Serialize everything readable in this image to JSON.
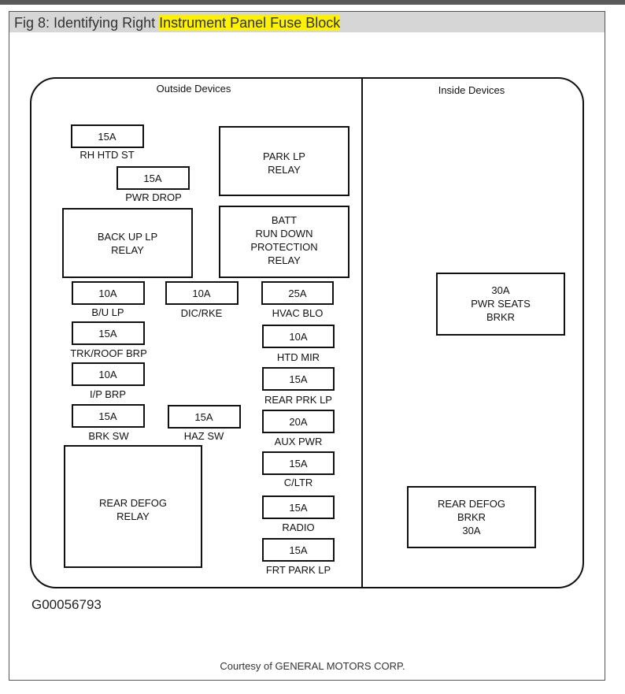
{
  "caption": {
    "prefix": "Fig 8: Identifying Right ",
    "highlight": "Instrument Panel Fuse Block",
    "highlight_color": "#fff200"
  },
  "sections": {
    "outside": "Outside  Devices",
    "inside": "Inside  Devices"
  },
  "outside": {
    "fuse_rh_htd_st": {
      "amp": "15A",
      "name": "RH HTD ST"
    },
    "fuse_pwr_drop": {
      "amp": "15A",
      "name": "PWR DROP"
    },
    "relay_park_lp": [
      "PARK LP",
      "RELAY"
    ],
    "relay_back_up_lp": [
      "BACK UP LP",
      "RELAY"
    ],
    "relay_batt": [
      "BATT",
      "RUN DOWN",
      "PROTECTION",
      "RELAY"
    ],
    "fuse_bu_lp": {
      "amp": "10A",
      "name": "B/U LP"
    },
    "fuse_dic_rke": {
      "amp": "10A",
      "name": "DIC/RKE"
    },
    "fuse_hvac_blo": {
      "amp": "25A",
      "name": "HVAC BLO"
    },
    "fuse_trk_roof_brp": {
      "amp": "15A",
      "name": "TRK/ROOF BRP"
    },
    "fuse_htd_mir": {
      "amp": "10A",
      "name": "HTD MIR"
    },
    "fuse_ip_brp": {
      "amp": "10A",
      "name": "I/P BRP"
    },
    "fuse_rear_prk_lp": {
      "amp": "15A",
      "name": "REAR PRK LP"
    },
    "fuse_brk_sw": {
      "amp": "15A",
      "name": "BRK SW"
    },
    "fuse_haz_sw": {
      "amp": "15A",
      "name": "HAZ SW"
    },
    "fuse_aux_pwr": {
      "amp": "20A",
      "name": "AUX PWR"
    },
    "relay_rear_defog": [
      "REAR DEFOG",
      "RELAY"
    ],
    "fuse_c_ltr": {
      "amp": "15A",
      "name": "C/LTR"
    },
    "fuse_radio": {
      "amp": "15A",
      "name": "RADIO"
    },
    "fuse_frt_park_lp": {
      "amp": "15A",
      "name": "FRT PARK LP"
    }
  },
  "inside": {
    "brkr_pwr_seats": [
      "30A",
      "PWR SEATS",
      "BRKR"
    ],
    "brkr_rear_defog": [
      "REAR DEFOG",
      "BRKR",
      "30A"
    ]
  },
  "figure_id": "G00056793",
  "credit": "Courtesy of GENERAL MOTORS CORP."
}
